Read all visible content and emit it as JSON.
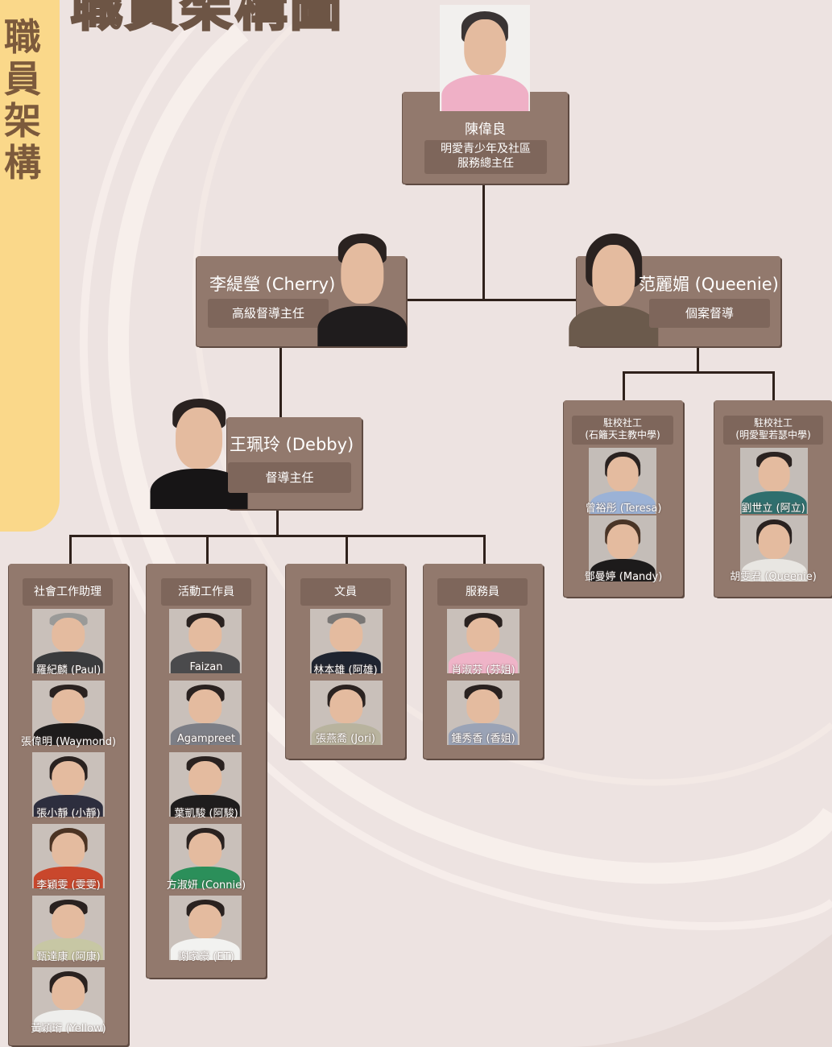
{
  "title": "職員架構圖",
  "side_title": [
    "職",
    "員",
    "架",
    "構"
  ],
  "director": {
    "name": "陳偉良",
    "role_line1": "明愛青少年及社區",
    "role_line2": "服務總主任"
  },
  "cherry": {
    "name": "李緹瑩 (Cherry)",
    "role": "高級督導主任"
  },
  "queenie": {
    "name": "范麗媚 (Queenie)",
    "role": "個案督導"
  },
  "debby": {
    "name": "王珮玲 (Debby)",
    "role": "督導主任"
  },
  "school1": {
    "title_line1": "駐校社工",
    "title_line2": "(石籬天主教中學)",
    "members": [
      "曾裕彤 (Teresa)",
      "鄧曼婷 (Mandy)"
    ]
  },
  "school2": {
    "title_line1": "駐校社工",
    "title_line2": "(明愛聖若瑟中學)",
    "members": [
      "劉世立 (阿立)",
      "胡雯君 (Queenie)"
    ]
  },
  "groups": [
    {
      "title": "社會工作助理",
      "members": [
        "羅紀麟 (Paul)",
        "張偉明 (Waymond)",
        "張小靜 (小靜)",
        "李穎雯 (雯雯)",
        "甄達康 (阿康)",
        "黃穎珩 (Yellow)"
      ]
    },
    {
      "title": "活動工作員",
      "members": [
        "Faizan",
        "Agampreet",
        "葉凱駿 (阿駿)",
        "方淑妍 (Connie)",
        "謝家豪 (ET)"
      ]
    },
    {
      "title": "文員",
      "members": [
        "林本雄 (阿雄)",
        "張燕喬 (Jori)"
      ]
    },
    {
      "title": "服務員",
      "members": [
        "肖淑芬 (芬姐)",
        "鍾秀香 (香姐)"
      ]
    }
  ],
  "colors": {
    "background": "#ede3e1",
    "box": "#92796d",
    "pill": "#7e665b",
    "side_tab": "#fad88a",
    "line": "#2f211b"
  }
}
